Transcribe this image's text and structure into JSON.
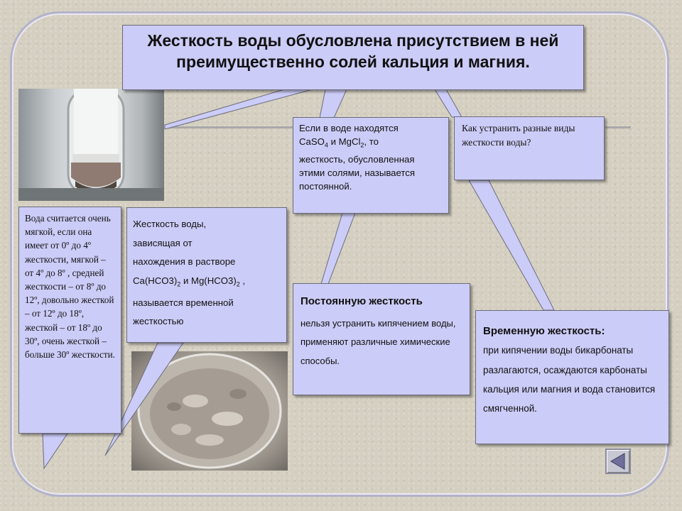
{
  "title": "Жесткость воды обусловлена присутствием в ней преимущественно солей кальция и магния.",
  "box_permanent_def": {
    "line1": "Если в воде находятся",
    "line2_a": "CaSO",
    "line2_sub1": "4",
    "line2_b": " и  MgCl",
    "line2_sub2": "2",
    "line2_c": ", то",
    "rest": "жесткость, обусловленная этими солями, называется постоянной."
  },
  "box_question": "Как устранить разные виды жесткости воды?",
  "box_scale": "Вода считается очень мягкой, если она имеет от 0º до 4º жесткости, мягкой – от  4º до  8º , средней жесткости – от 8º до 12º, довольно жесткой – от  12º до 18º, жесткой – от  18º до 30º, очень жесткой – больше 30º жесткости.",
  "box_temporary_def": {
    "line1": "Жесткость воды,",
    "line2": "зависящая от",
    "line3": "нахождения  в растворе",
    "line4_a": "Ca(HCO3)",
    "line4_sub1": "2",
    "line4_b": "  и   Mg(HCO3)",
    "line4_sub2": "2",
    "line4_c": " ,",
    "line5": "называется  временной",
    "line6": "жесткостью"
  },
  "box_permanent_fix": {
    "heading": "Постоянную жесткость",
    "body": "нельзя устранить кипячением воды, применяют различные химические способы."
  },
  "box_temporary_fix": {
    "heading": "Временную жесткость:",
    "body": "при кипячении воды бикарбонаты разлагаются, осаждаются карбонаты кальция или магния и вода становится смягченной."
  },
  "nav": {
    "back_icon": "triangle-left-icon"
  },
  "colors": {
    "box_fill": "#ccccf8",
    "nav_arrow": "#6f6f9a"
  }
}
